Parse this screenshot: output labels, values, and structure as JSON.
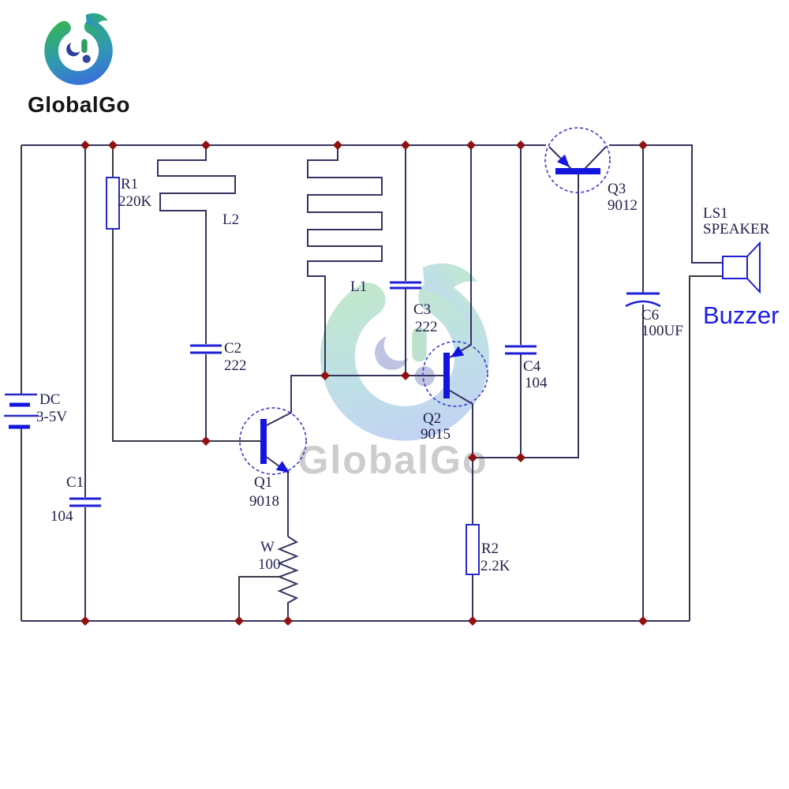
{
  "brand": {
    "logo_text": "GlobalGo"
  },
  "watermark": {
    "logo_text": "GlobalGo"
  },
  "schematic": {
    "power": {
      "ref": "DC",
      "value": "3-5V"
    },
    "components": {
      "r1": {
        "ref": "R1",
        "value": "220K"
      },
      "r2": {
        "ref": "R2",
        "value": "2.2K"
      },
      "w": {
        "ref": "W",
        "value": "100"
      },
      "c1": {
        "ref": "C1",
        "value": "104"
      },
      "c2": {
        "ref": "C2",
        "value": "222"
      },
      "c3": {
        "ref": "C3",
        "value": "222"
      },
      "c4": {
        "ref": "C4",
        "value": "104"
      },
      "c6": {
        "ref": "C6",
        "value": "100UF"
      },
      "l1": {
        "ref": "L1"
      },
      "l2": {
        "ref": "L2"
      },
      "q1": {
        "ref": "Q1",
        "value": "9018"
      },
      "q2": {
        "ref": "Q2",
        "value": "9015"
      },
      "q3": {
        "ref": "Q3",
        "value": "9012"
      },
      "ls1": {
        "ref": "LS1",
        "value": "SPEAKER",
        "caption": "Buzzer"
      }
    },
    "colors": {
      "wire": "#34345e",
      "component_blue": "#1f1fd4",
      "junction_dot": "#8e1212",
      "label": "#20204a",
      "buzzer_text": "#1b1bea",
      "watermark_gray": "#c8c8c8"
    }
  }
}
